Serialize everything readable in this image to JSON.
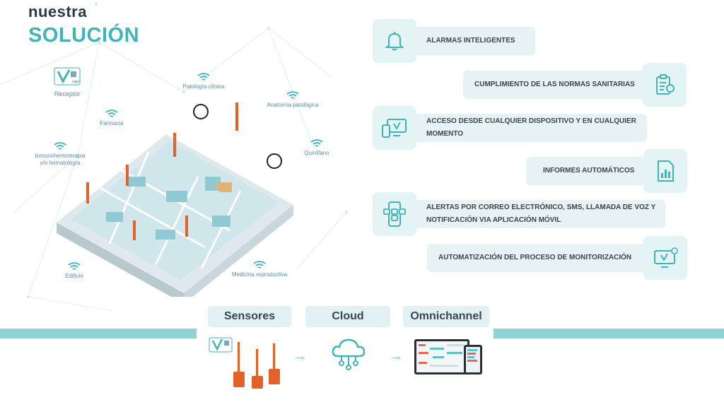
{
  "title": {
    "line1": "nuestra",
    "line2": "SOLUCIÓN"
  },
  "brand": {
    "logo_text": "vigie",
    "receptor": "Receptor"
  },
  "locations": {
    "patologia": "Patología clínica",
    "anatomia": "Anatomía patológica",
    "farmacia": "Farmacia",
    "inmuno1": "Inmunohemoterapia",
    "inmuno2": "y/o hematología",
    "quirofano": "Quirófano",
    "edificio": "Edificio",
    "medicina": "Medicina reproductiva"
  },
  "features": {
    "alarmas": "ALARMAS INTELIGENTES",
    "cumplimiento": "CUMPLIMIENTO DE LAS NORMAS SANITARIAS",
    "acceso1": "ACCESO DESDE CUALQUIER DISPOSITIVO Y EN CUALQUIER",
    "acceso2": "MOMENTO",
    "informes": "INFORMES AUTOMÁTICOS",
    "alertas1": "ALERTAS POR CORREO ELECTRÓNICO, SMS, LLAMADA DE VOZ Y",
    "alertas2": "NOTIFICACIÓN VIA APLICACIÓN MÓVIL",
    "automatizacion": "AUTOMATIZACIÓN DEL PROCESO DE MONITORIZACIÓN"
  },
  "flow": {
    "sensores": "Sensores",
    "cloud": "Cloud",
    "omnichannel": "Omnichannel"
  },
  "colors": {
    "accent": "#3fb5b9",
    "card": "#e6f2f4",
    "band": "#8fd2d3",
    "sensor": "#e2622a"
  }
}
